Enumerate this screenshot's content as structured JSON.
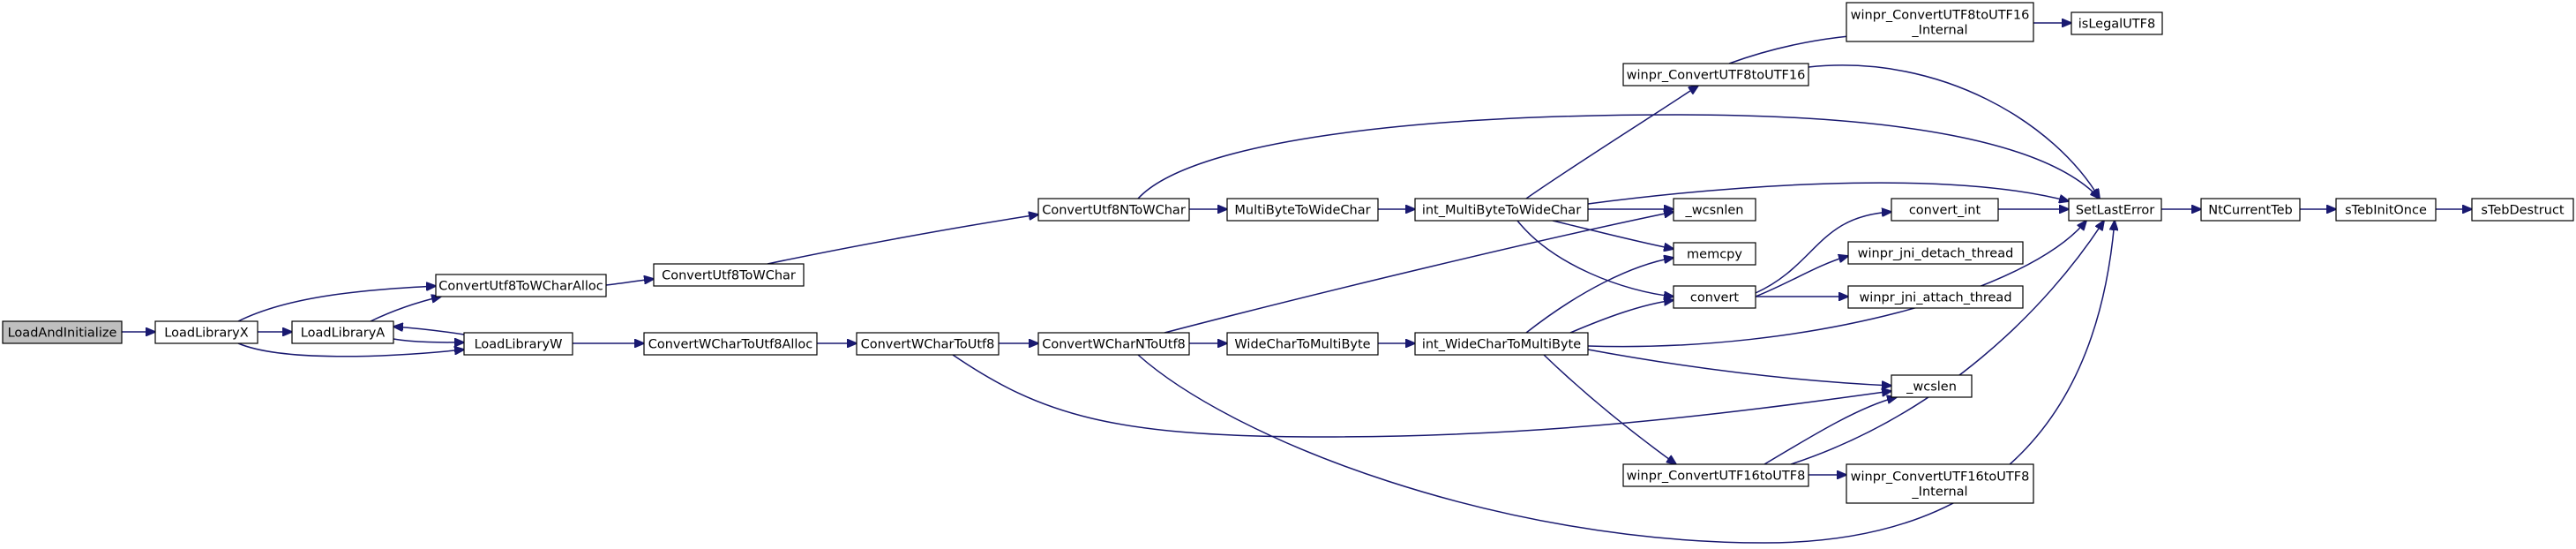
{
  "nodes": [
    {
      "id": "loadandinitialize",
      "lines": [
        "LoadAndInitialize"
      ],
      "root": true
    },
    {
      "id": "loadlibraryx",
      "lines": [
        "LoadLibraryX"
      ]
    },
    {
      "id": "loadlibrarya",
      "lines": [
        "LoadLibraryA"
      ]
    },
    {
      "id": "loadlibraryw",
      "lines": [
        "LoadLibraryW"
      ]
    },
    {
      "id": "convertutf8towcharalloc",
      "lines": [
        "ConvertUtf8ToWCharAlloc"
      ]
    },
    {
      "id": "convertutf8towchar",
      "lines": [
        "ConvertUtf8ToWChar"
      ]
    },
    {
      "id": "convertwchartoutf8alloc",
      "lines": [
        "ConvertWCharToUtf8Alloc"
      ]
    },
    {
      "id": "convertwchartoutf8",
      "lines": [
        "ConvertWCharToUtf8"
      ]
    },
    {
      "id": "convertutf8ntowchar",
      "lines": [
        "ConvertUtf8NToWChar"
      ]
    },
    {
      "id": "convertwcharntoutf8",
      "lines": [
        "ConvertWCharNToUtf8"
      ]
    },
    {
      "id": "multibytetowidechar",
      "lines": [
        "MultiByteToWideChar"
      ]
    },
    {
      "id": "widechartomultibyte",
      "lines": [
        "WideCharToMultiByte"
      ]
    },
    {
      "id": "int_multibytetowidechar",
      "lines": [
        "int_MultiByteToWideChar"
      ]
    },
    {
      "id": "int_widechartomultibyte",
      "lines": [
        "int_WideCharToMultiByte"
      ]
    },
    {
      "id": "winpr_convertutf8toutf16",
      "lines": [
        "winpr_ConvertUTF8toUTF16"
      ]
    },
    {
      "id": "winpr_convertutf8toutf16_internal",
      "lines": [
        "winpr_ConvertUTF8toUTF16",
        "_Internal"
      ]
    },
    {
      "id": "islegalutf8",
      "lines": [
        "isLegalUTF8"
      ]
    },
    {
      "id": "_wcsnlen",
      "lines": [
        "_wcsnlen"
      ]
    },
    {
      "id": "memcpy",
      "lines": [
        "memcpy"
      ]
    },
    {
      "id": "convert",
      "lines": [
        "convert"
      ]
    },
    {
      "id": "convert_int",
      "lines": [
        "convert_int"
      ]
    },
    {
      "id": "winpr_jni_detach_thread",
      "lines": [
        "winpr_jni_detach_thread"
      ]
    },
    {
      "id": "winpr_jni_attach_thread",
      "lines": [
        "winpr_jni_attach_thread"
      ]
    },
    {
      "id": "_wcslen",
      "lines": [
        "_wcslen"
      ]
    },
    {
      "id": "winpr_convertutf16toutf8",
      "lines": [
        "winpr_ConvertUTF16toUTF8"
      ]
    },
    {
      "id": "winpr_convertutf16toutf8_internal",
      "lines": [
        "winpr_ConvertUTF16toUTF8",
        "_Internal"
      ]
    },
    {
      "id": "setlasterror",
      "lines": [
        "SetLastError"
      ]
    },
    {
      "id": "ntcurrentteb",
      "lines": [
        "NtCurrentTeb"
      ]
    },
    {
      "id": "stebinitonce",
      "lines": [
        "sTebInitOnce"
      ]
    },
    {
      "id": "stebdestruct",
      "lines": [
        "sTebDestruct"
      ]
    }
  ],
  "edges": [
    {
      "from": "loadandinitialize",
      "to": "loadlibraryx"
    },
    {
      "from": "loadlibraryx",
      "to": "convertutf8towcharalloc"
    },
    {
      "from": "loadlibraryx",
      "to": "loadlibrarya"
    },
    {
      "from": "loadlibraryx",
      "to": "loadlibraryw"
    },
    {
      "from": "loadlibrarya",
      "to": "convertutf8towcharalloc"
    },
    {
      "from": "loadlibrarya",
      "to": "loadlibraryw"
    },
    {
      "from": "loadlibraryw",
      "to": "loadlibrarya"
    },
    {
      "from": "loadlibraryw",
      "to": "convertwchartoutf8alloc"
    },
    {
      "from": "convertutf8towcharalloc",
      "to": "convertutf8towchar"
    },
    {
      "from": "convertutf8towchar",
      "to": "convertutf8ntowchar"
    },
    {
      "from": "convertwchartoutf8alloc",
      "to": "convertwchartoutf8"
    },
    {
      "from": "convertwchartoutf8",
      "to": "convertwcharntoutf8"
    },
    {
      "from": "convertwchartoutf8",
      "to": "_wcslen"
    },
    {
      "from": "convertutf8ntowchar",
      "to": "multibytetowidechar"
    },
    {
      "from": "convertutf8ntowchar",
      "to": "setlasterror"
    },
    {
      "from": "convertwcharntoutf8",
      "to": "widechartomultibyte"
    },
    {
      "from": "convertwcharntoutf8",
      "to": "_wcsnlen"
    },
    {
      "from": "convertwcharntoutf8",
      "to": "setlasterror"
    },
    {
      "from": "multibytetowidechar",
      "to": "int_multibytetowidechar"
    },
    {
      "from": "widechartomultibyte",
      "to": "int_widechartomultibyte"
    },
    {
      "from": "int_multibytetowidechar",
      "to": "winpr_convertutf8toutf16"
    },
    {
      "from": "int_multibytetowidechar",
      "to": "setlasterror"
    },
    {
      "from": "int_multibytetowidechar",
      "to": "_wcsnlen"
    },
    {
      "from": "int_multibytetowidechar",
      "to": "memcpy"
    },
    {
      "from": "int_multibytetowidechar",
      "to": "convert"
    },
    {
      "from": "int_widechartomultibyte",
      "to": "memcpy"
    },
    {
      "from": "int_widechartomultibyte",
      "to": "convert"
    },
    {
      "from": "int_widechartomultibyte",
      "to": "setlasterror"
    },
    {
      "from": "int_widechartomultibyte",
      "to": "_wcslen"
    },
    {
      "from": "int_widechartomultibyte",
      "to": "winpr_convertutf16toutf8"
    },
    {
      "from": "winpr_convertutf8toutf16",
      "to": "winpr_convertutf8toutf16_internal"
    },
    {
      "from": "winpr_convertutf8toutf16",
      "to": "setlasterror"
    },
    {
      "from": "winpr_convertutf8toutf16_internal",
      "to": "islegalutf8"
    },
    {
      "from": "convert",
      "to": "convert_int"
    },
    {
      "from": "convert",
      "to": "winpr_jni_detach_thread"
    },
    {
      "from": "convert",
      "to": "winpr_jni_attach_thread"
    },
    {
      "from": "convert_int",
      "to": "setlasterror"
    },
    {
      "from": "winpr_convertutf16toutf8",
      "to": "_wcslen"
    },
    {
      "from": "winpr_convertutf16toutf8",
      "to": "winpr_convertutf16toutf8_internal"
    },
    {
      "from": "winpr_convertutf16toutf8",
      "to": "setlasterror"
    },
    {
      "from": "setlasterror",
      "to": "ntcurrentteb"
    },
    {
      "from": "ntcurrentteb",
      "to": "stebinitonce"
    },
    {
      "from": "stebinitonce",
      "to": "stebdestruct"
    }
  ]
}
